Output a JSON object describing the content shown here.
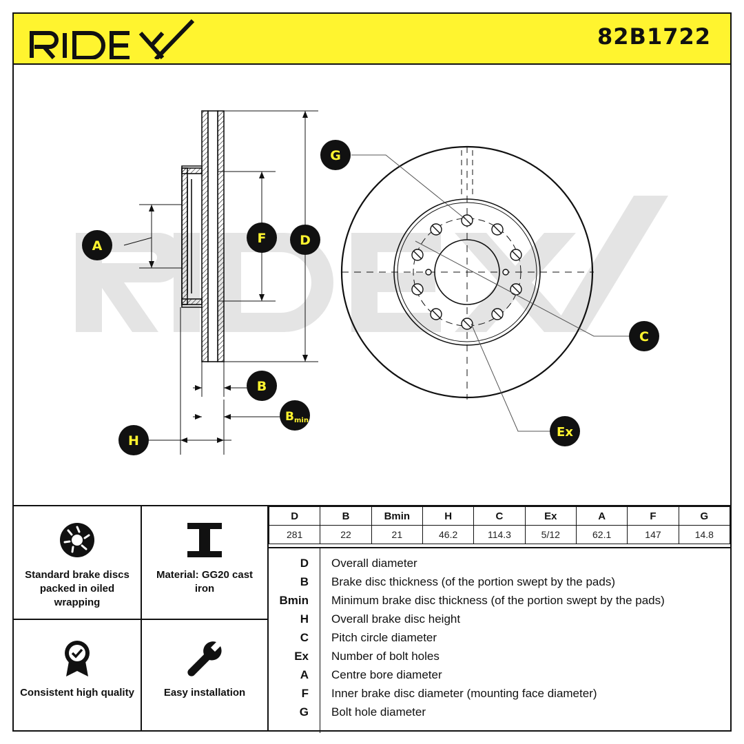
{
  "header": {
    "brand": "RIDEX",
    "part_number": "82B1722",
    "background_color": "#fff42f"
  },
  "watermark": {
    "text": "RIDEX"
  },
  "diagram": {
    "callouts": {
      "A": "A",
      "F": "F",
      "D": "D",
      "B": "B",
      "Bmin": "B",
      "Bmin_sub": "min",
      "H": "H",
      "G": "G",
      "C": "C",
      "Ex": "Ex"
    },
    "callout_color": "#fff42f"
  },
  "features": [
    {
      "icon": "oiled-brake-disc-icon",
      "label": "Standard brake discs packed in oiled wrapping"
    },
    {
      "icon": "material-i-beam-icon",
      "label": "Material: GG20 cast iron"
    },
    {
      "icon": "quality-badge-icon",
      "label": "Consistent high quality"
    },
    {
      "icon": "wrench-icon",
      "label": "Easy installation"
    }
  ],
  "spec_table": {
    "headers": [
      "D",
      "B",
      "Bmin",
      "H",
      "C",
      "Ex",
      "A",
      "F",
      "G"
    ],
    "values": [
      "281",
      "22",
      "21",
      "46.2",
      "114.3",
      "5/12",
      "62.1",
      "147",
      "14.8"
    ]
  },
  "legend": [
    {
      "key": "D",
      "desc": "Overall diameter"
    },
    {
      "key": "B",
      "desc": "Brake disc thickness (of the portion swept by the pads)"
    },
    {
      "key": "Bmin",
      "desc": "Minimum brake disc thickness (of the portion swept by the pads)"
    },
    {
      "key": "H",
      "desc": "Overall brake disc height"
    },
    {
      "key": "C",
      "desc": "Pitch circle diameter"
    },
    {
      "key": "Ex",
      "desc": "Number of bolt holes"
    },
    {
      "key": "A",
      "desc": "Centre bore diameter"
    },
    {
      "key": "F",
      "desc": "Inner brake disc diameter (mounting face diameter)"
    },
    {
      "key": "G",
      "desc": "Bolt hole diameter"
    }
  ]
}
